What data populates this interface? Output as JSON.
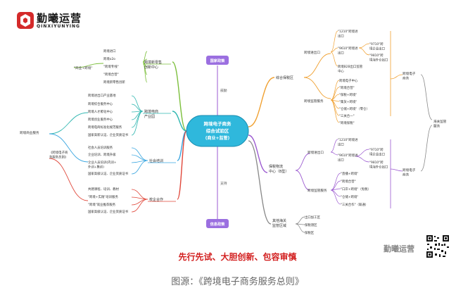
{
  "brand": {
    "name": "勤曦运营",
    "pinyin": "QINXIYUNYING",
    "watermark": "勤曦运营"
  },
  "center": {
    "line1": "跨境电子商务",
    "line2": "综合试验区",
    "line3": "(商业+监管)"
  },
  "hubs": {
    "top": "国家政策",
    "bottom": "信息政策"
  },
  "connector_labels": {
    "top": "鼓励",
    "bottom": "支持"
  },
  "left_root": "跨境商业服务",
  "left_root2": "《跨境电子商务服务总则》",
  "business_plus_cross": "\"商业+跨境\"",
  "left_groups": [
    {
      "title": "跨境新零售创新中心",
      "items": [
        "跨境进口",
        "跨境o2o",
        "\"跨境专线\"",
        "\"跨境合营\"",
        "跨境新零售创新"
      ]
    },
    {
      "title": "跨境电商产业园",
      "items": [
        "跨境进出口产业基地",
        "跨境综合服务中心",
        "跨境人才孵化中心",
        "跨境创业服务中心",
        "跨境电商标准化规范服务",
        "国家高新认证、企业资质证书"
      ]
    },
    {
      "title": "社会培训",
      "items": [
        "社会人员培训服务",
        "企业培训、跨境升级",
        "企业人员培训(内训+外训+集训)",
        "国家高级认证、企业资质证书"
      ]
    },
    {
      "title": "校企合作",
      "items": [
        "共建课程、培训、教材",
        "\"跨境+实践\"培训服务",
        "\"跨境\"就业推荐服务",
        "国家高级认证、企业资质证书"
      ]
    }
  ],
  "right_groups": {
    "zone1": {
      "title": "综合保税区",
      "sub1": {
        "title": "跨境进出口",
        "items": [
          "\"1210\"跨境进出口",
          "\"9610\"跨境进出口",
          "跨境B2B出口监管中心"
        ],
        "sub_items": [
          "\"9710\"跨境企业出口",
          "\"9810\"跨境海外仓出口"
        ]
      },
      "sub2": {
        "title": "跨境监管服务",
        "items": [
          "跨境电子中心",
          "\"跨境合营\"",
          "\"保税+跨境\"",
          "\"集货+跨境\"",
          "\"仓储+跨境\"（零仓）",
          "\"三关合一\"",
          "\"跨境保税\""
        ]
      }
    },
    "zone2": {
      "title": "保税物流中心（B型）",
      "sub1": {
        "title": "跨境进出口",
        "items": [
          "\"1210\"跨境进出口",
          "\"9610\"跨境进出口"
        ],
        "sub_items": [
          "\"9710\"跨境企业出口",
          "\"9810\"跨境海外仓出口"
        ]
      },
      "sub2": {
        "title": "跨境监管服务",
        "items": [
          "\"直播+跨境\"",
          "\"跨境合营\"",
          "\"口岸+跨境\"（免税）",
          "\"仓储+跨境\"",
          "\"三关合作\"（联通）"
        ]
      }
    },
    "zone3": {
      "title": "其他海关监管区域",
      "items": [
        "出口加工区",
        "保税港区",
        "保税区"
      ]
    }
  },
  "far_right": {
    "label1": "跨境电子商务",
    "label2": "跨境电子商务",
    "root": "海关监管服务"
  },
  "slogan": "先行先试、大胆创新、包容审慎",
  "caption": "图源：《跨境电子商务服务总则》"
}
